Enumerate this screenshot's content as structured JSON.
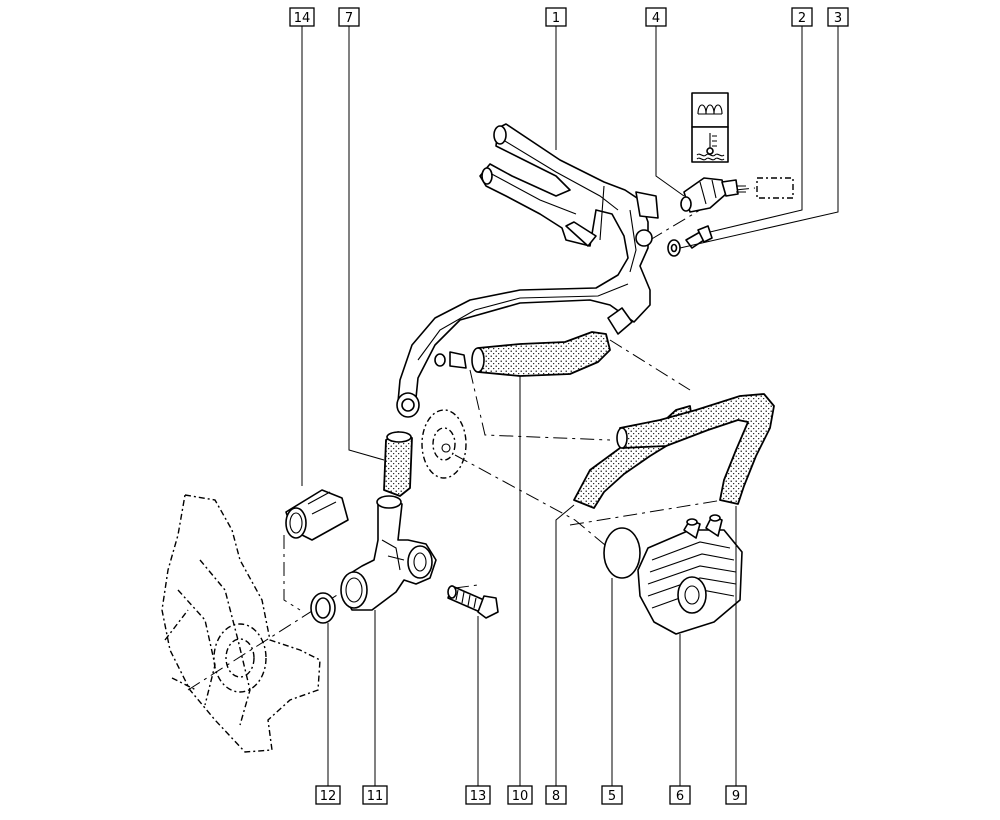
{
  "callouts": [
    {
      "id": "c1",
      "label": "1"
    },
    {
      "id": "c2",
      "label": "2"
    },
    {
      "id": "c3",
      "label": "3"
    },
    {
      "id": "c4",
      "label": "4"
    },
    {
      "id": "c5",
      "label": "5"
    },
    {
      "id": "c6",
      "label": "6"
    },
    {
      "id": "c7",
      "label": "7"
    },
    {
      "id": "c8",
      "label": "8"
    },
    {
      "id": "c9",
      "label": "9"
    },
    {
      "id": "c10",
      "label": "10"
    },
    {
      "id": "c11",
      "label": "11"
    },
    {
      "id": "c12",
      "label": "12"
    },
    {
      "id": "c13",
      "label": "13"
    },
    {
      "id": "c14",
      "label": "14"
    }
  ],
  "icons": {
    "temperature_warning": "coolant-temperature-icon",
    "heater_coil": "heater-coil-icon",
    "connector": "electrical-connector-icon"
  }
}
